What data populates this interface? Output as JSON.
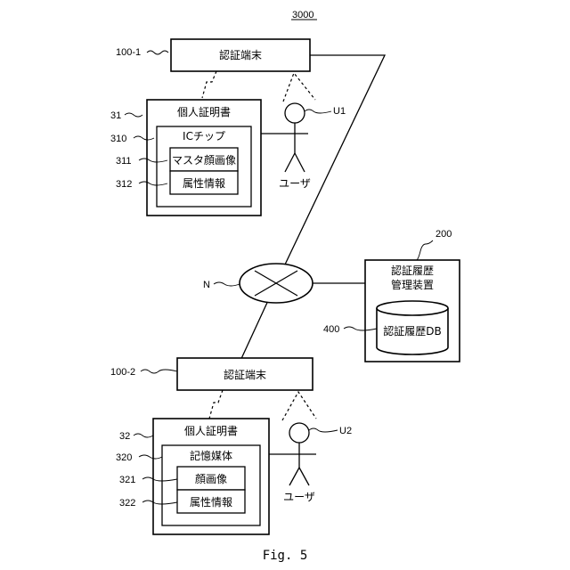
{
  "figure_number": "3000",
  "caption": "Fig. 5",
  "terminal_1": {
    "ref": "100-1",
    "label": "認証端末"
  },
  "terminal_2": {
    "ref": "100-2",
    "label": "認証端末"
  },
  "certificate_1": {
    "ref": "31",
    "label": "個人証明書",
    "medium": {
      "ref": "310",
      "label": "ICチップ"
    },
    "items": [
      {
        "ref": "311",
        "label": "マスタ顔画像"
      },
      {
        "ref": "312",
        "label": "属性情報"
      }
    ]
  },
  "certificate_2": {
    "ref": "32",
    "label": "個人証明書",
    "medium": {
      "ref": "320",
      "label": "記憶媒体"
    },
    "items": [
      {
        "ref": "321",
        "label": "顔画像"
      },
      {
        "ref": "322",
        "label": "属性情報"
      }
    ]
  },
  "user_1": {
    "ref": "U1",
    "label": "ユーザ"
  },
  "user_2": {
    "ref": "U2",
    "label": "ユーザ"
  },
  "network": {
    "ref": "N"
  },
  "history_manager": {
    "ref": "200",
    "label_line1": "認証履歴",
    "label_line2": "管理装置",
    "db": {
      "ref": "400",
      "label": "認証履歴DB"
    }
  }
}
